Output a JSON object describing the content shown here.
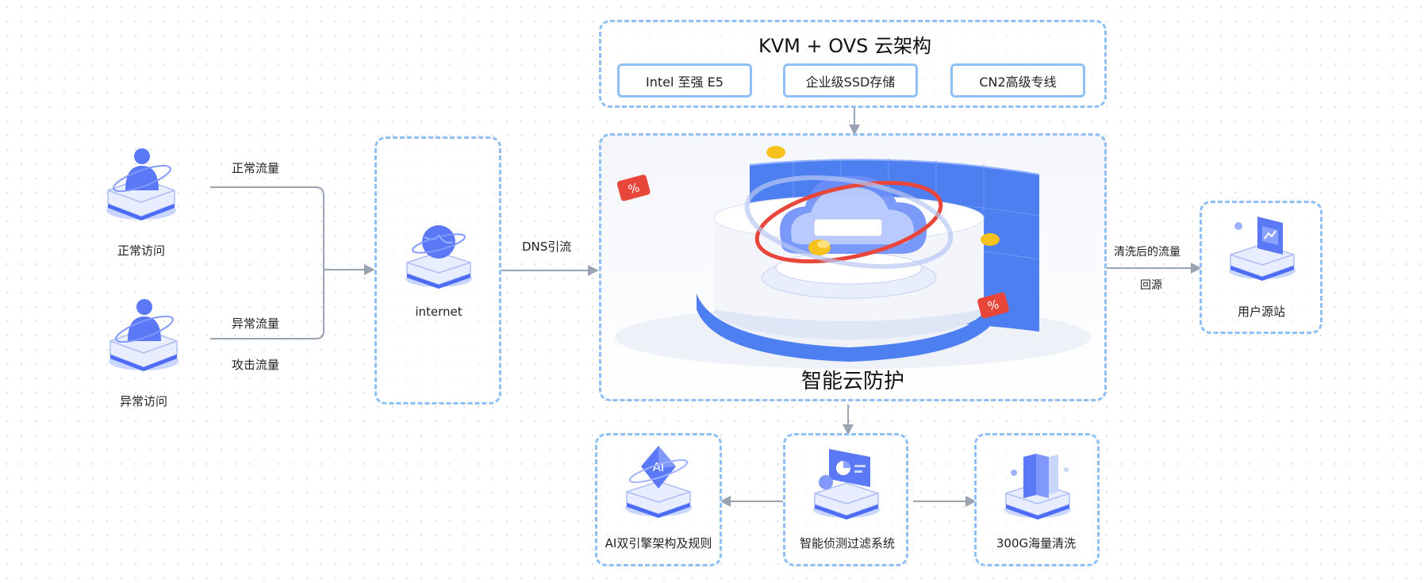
{
  "architecture": {
    "title": "KVM + OVS 云架构",
    "features": [
      "Intel 至强 E5",
      "企业级SSD存储",
      "CN2高级专线"
    ]
  },
  "sources": {
    "normal_access": "正常访问",
    "abnormal_access": "异常访问",
    "normal_traffic": "正常流量",
    "abnormal_traffic": "异常流量",
    "attack_traffic": "攻击流量"
  },
  "internet": {
    "label": "internet"
  },
  "dns_label": "DNS引流",
  "protection": {
    "label": "智能云防护"
  },
  "return": {
    "cleaned_traffic": "清洗后的流量",
    "back_to_origin": "回源",
    "origin_site": "用户源站"
  },
  "systems": {
    "ai_engine": "AI双引擎架构及规则",
    "detection": "智能侦测过滤系统",
    "scrubbing": "300G海量清洗"
  },
  "colors": {
    "accent": "#4d6cf5",
    "dashed_border": "#8ec0f6",
    "connector": "#9aa3b2",
    "badge_red": "#e8463a",
    "coin_gold": "#f4c21b"
  }
}
